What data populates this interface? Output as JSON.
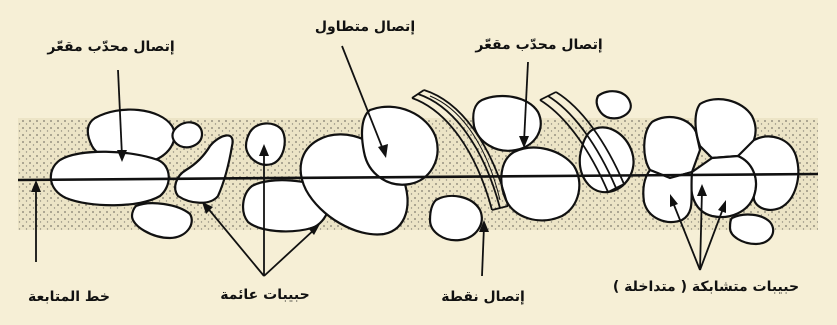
{
  "labels": {
    "concave_convex_contact_left": "إتصال محدّب مقعّر",
    "elongated_contact": "إتصال متطاول",
    "concave_convex_contact_right": "إتصال محدّب مقعّر",
    "tracing_line": "خط المتابعة",
    "floating_grains": "حبيبات عائمة",
    "point_contact": "إتصال نقطة",
    "sutured_grains": "حبيبات متشابكة ( متداخلة )"
  },
  "colors": {
    "background": "#f6efd6",
    "grain_fill": "#ffffff",
    "stroke": "#111111",
    "matrix_band": "#e9e1c3"
  }
}
